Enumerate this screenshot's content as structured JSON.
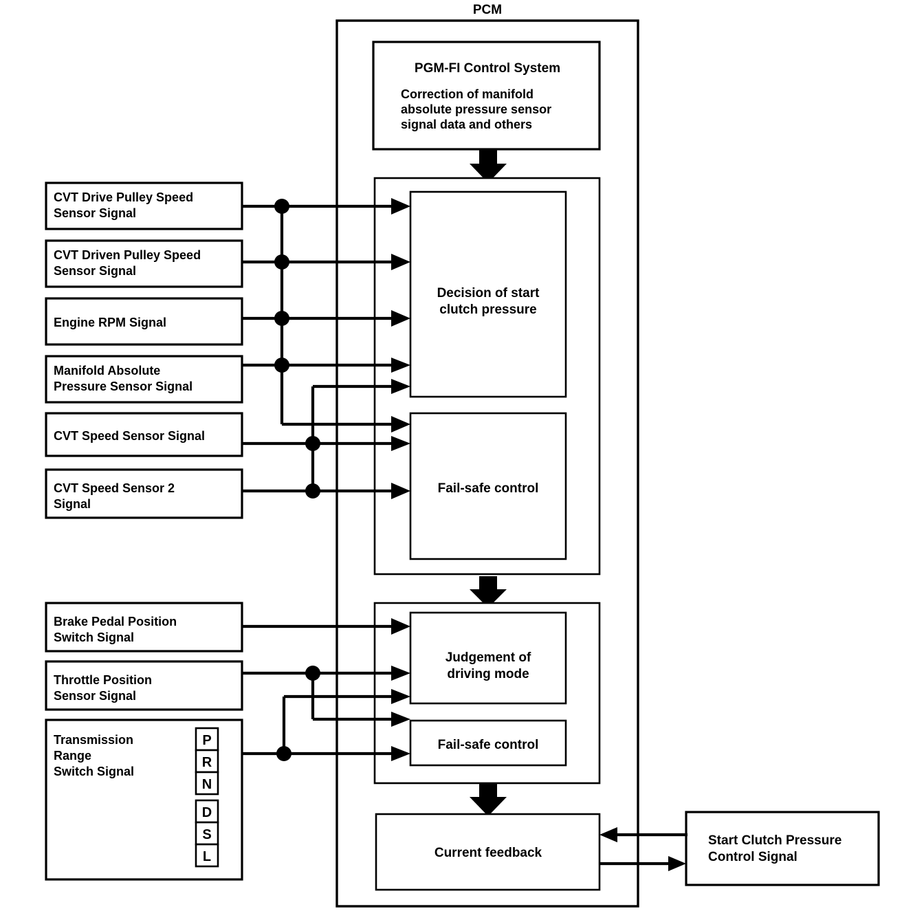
{
  "diagram": {
    "title": "PCM",
    "type": "block-diagram",
    "colors": {
      "line": "#000000",
      "fill": "#ffffff",
      "text": "#000000"
    }
  },
  "pcm": {
    "label": "PCM",
    "pgm_fi": {
      "heading": "PGM-FI Control System",
      "body_line1": "Correction of manifold",
      "body_line2": "absolute pressure sensor",
      "body_line3": "signal data and others"
    },
    "group_upper": {
      "decision": {
        "line1": "Decision of start",
        "line2": "clutch pressure"
      },
      "failsafe": {
        "line1": "Fail-safe control"
      }
    },
    "group_lower": {
      "judgement": {
        "line1": "Judgement of",
        "line2": "driving mode"
      },
      "failsafe": {
        "line1": "Fail-safe control"
      }
    },
    "current_feedback": {
      "line1": "Current feedback"
    }
  },
  "inputs_upper": [
    {
      "id": "cvt-drive-pulley-speed-sensor-signal",
      "line1": "CVT Drive Pulley Speed",
      "line2": "Sensor Signal"
    },
    {
      "id": "cvt-driven-pulley-speed-sensor-signal",
      "line1": "CVT Driven Pulley Speed",
      "line2": "Sensor Signal"
    },
    {
      "id": "engine-rpm-signal",
      "line1": "Engine RPM Signal",
      "line2": ""
    },
    {
      "id": "manifold-absolute-pressure-sensor-signal",
      "line1": "Manifold Absolute",
      "line2": "Pressure Sensor Signal"
    },
    {
      "id": "cvt-speed-sensor-signal",
      "line1": "CVT Speed Sensor Signal",
      "line2": ""
    },
    {
      "id": "cvt-speed-sensor-2-signal",
      "line1": "CVT Speed Sensor 2",
      "line2": "Signal"
    }
  ],
  "inputs_lower": [
    {
      "id": "brake-pedal-position-switch-signal",
      "line1": "Brake Pedal Position",
      "line2": "Switch Signal"
    },
    {
      "id": "throttle-position-sensor-signal",
      "line1": "Throttle Position",
      "line2": "Sensor Signal"
    },
    {
      "id": "transmission-range-switch-signal",
      "line1": "Transmission",
      "line2": "Range",
      "line3": "Switch Signal"
    }
  ],
  "gear_positions": {
    "group_a": [
      "P",
      "R",
      "N"
    ],
    "group_b": [
      "D",
      "S",
      "L"
    ]
  },
  "output": {
    "id": "start-clutch-pressure-control-signal",
    "line1": "Start Clutch Pressure",
    "line2": "Control Signal"
  }
}
